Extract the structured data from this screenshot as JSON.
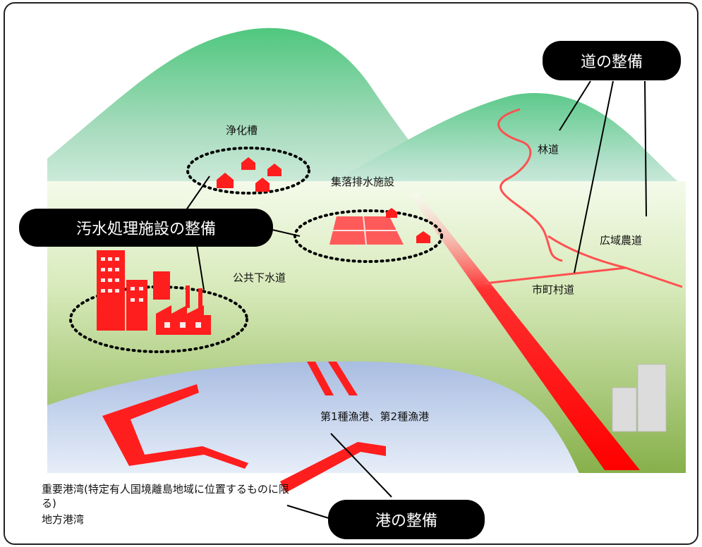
{
  "callouts": {
    "road": "道の整備",
    "sewage": "汚水処理施設の整備",
    "port": "港の整備"
  },
  "labels": {
    "septic_tank": "浄化槽",
    "rural_drainage": "集落排水施設",
    "public_sewer": "公共下水道",
    "forest_road": "林道",
    "wide_farm_road": "広域農道",
    "municipal_road": "市町村道",
    "fishing_ports": "第1種漁港、第2種漁港",
    "important_ports": "重要港湾(特定有人国境離島地域に位置するものに限る)",
    "local_ports": "地方港湾"
  },
  "colors": {
    "mountain_top": "#4fc77e",
    "plain": "#cfe6b0",
    "water": "#b6c8e6",
    "feature_red": "#ff1e1e",
    "callout_bg": "#000000"
  }
}
